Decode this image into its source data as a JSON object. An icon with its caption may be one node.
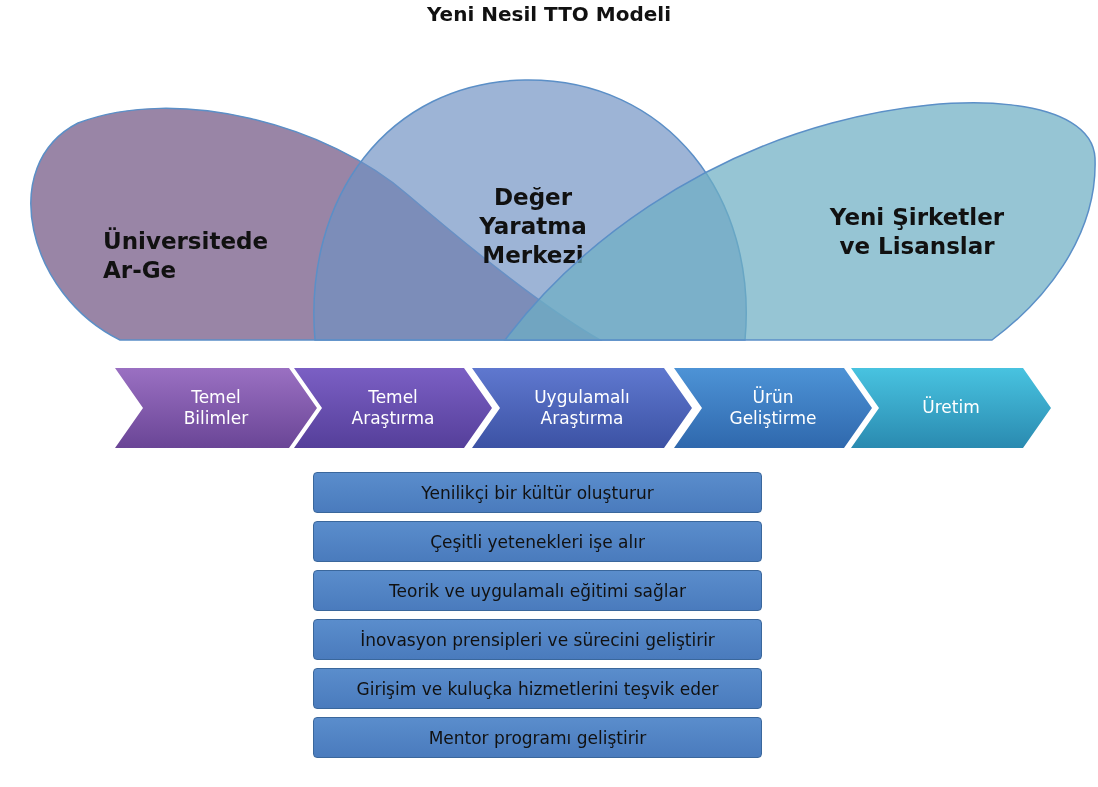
{
  "diagram": {
    "title": "Yeni Nesil TTO Modeli",
    "nodes": [
      {
        "text": [
          "Üniversitede Ar-Ge"
        ]
      },
      {
        "text": [
          "Değer Yaratma Merkezi"
        ]
      },
      {
        "text": [
          "Yeni Şirketler ve Lisanslar"
        ]
      },
      {
        "text": [
          "Temel Bilimler"
        ]
      },
      {
        "text": [
          "Temel Araştırma"
        ]
      },
      {
        "text": [
          "Uygulamalı Araştırma"
        ]
      },
      {
        "text": [
          "Ürün Geliştirme"
        ]
      },
      {
        "text": [
          "Üretim"
        ]
      },
      {
        "text": [
          "Yenilikçi bir kültür oluşturur"
        ]
      },
      {
        "text": [
          "Çeşitli yetenekleri işe alır"
        ]
      },
      {
        "text": [
          "Teorik ve uygulamalı eğitimi sağlar"
        ]
      },
      {
        "text": [
          "İnovasyon prensipleri ve sürecini geliştirir"
        ]
      },
      {
        "text": [
          "Girişim ve kuluçka hizmetlerini teşvik eder"
        ]
      },
      {
        "text": [
          "Mentor programı geliştirir"
        ]
      }
    ],
    "edges": []
  }
}
